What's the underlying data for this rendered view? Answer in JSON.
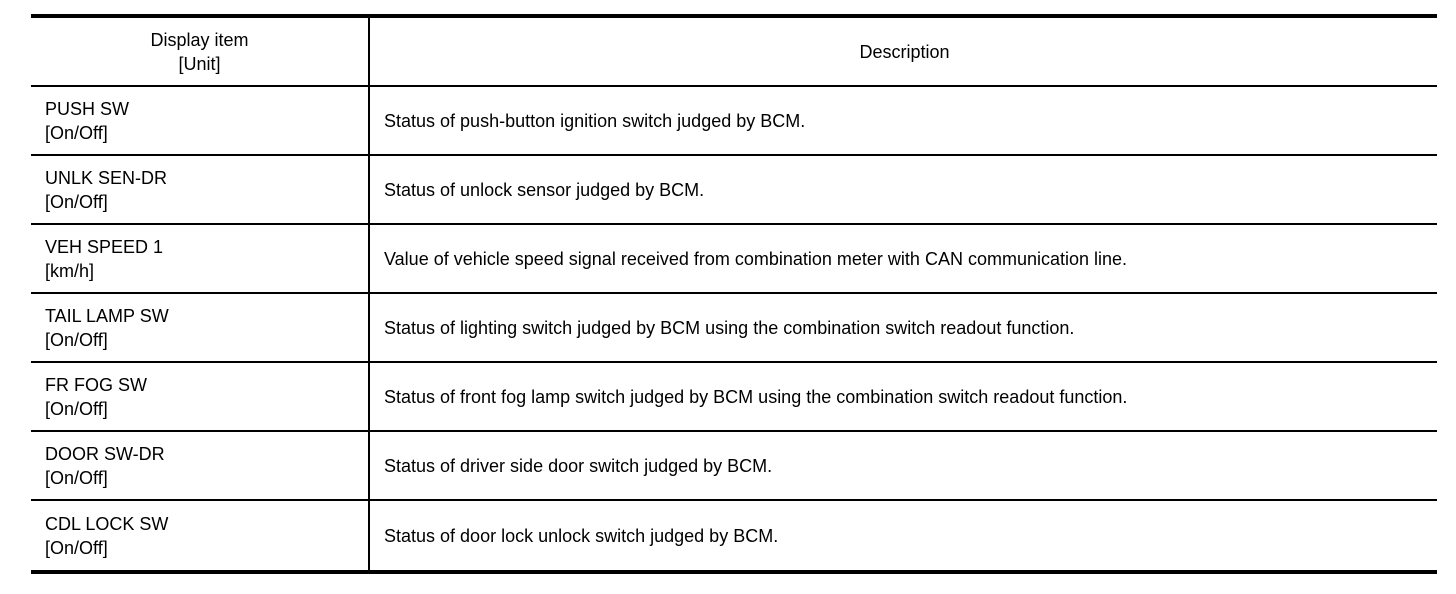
{
  "table": {
    "border_color": "#000000",
    "background_color": "#ffffff",
    "text_color": "#000000",
    "header": {
      "col1_line1": "Display item",
      "col1_line2": "[Unit]",
      "col2": "Description"
    },
    "rows": [
      {
        "item": "PUSH SW",
        "unit": "[On/Off]",
        "description": "Status of push-button ignition switch judged by BCM."
      },
      {
        "item": "UNLK SEN-DR",
        "unit": "[On/Off]",
        "description": "Status of unlock sensor judged by BCM."
      },
      {
        "item": "VEH SPEED 1",
        "unit": "[km/h]",
        "description": "Value of vehicle speed signal received from combination meter with CAN communication line."
      },
      {
        "item": "TAIL LAMP SW",
        "unit": "[On/Off]",
        "description": "Status of lighting switch judged by BCM using the combination switch readout function."
      },
      {
        "item": "FR FOG SW",
        "unit": "[On/Off]",
        "description": "Status of front fog lamp switch judged by BCM using the combination switch readout function."
      },
      {
        "item": "DOOR SW-DR",
        "unit": "[On/Off]",
        "description": "Status of driver side door switch judged by BCM."
      },
      {
        "item": "CDL LOCK SW",
        "unit": "[On/Off]",
        "description": "Status of door lock unlock switch judged by BCM."
      }
    ]
  }
}
